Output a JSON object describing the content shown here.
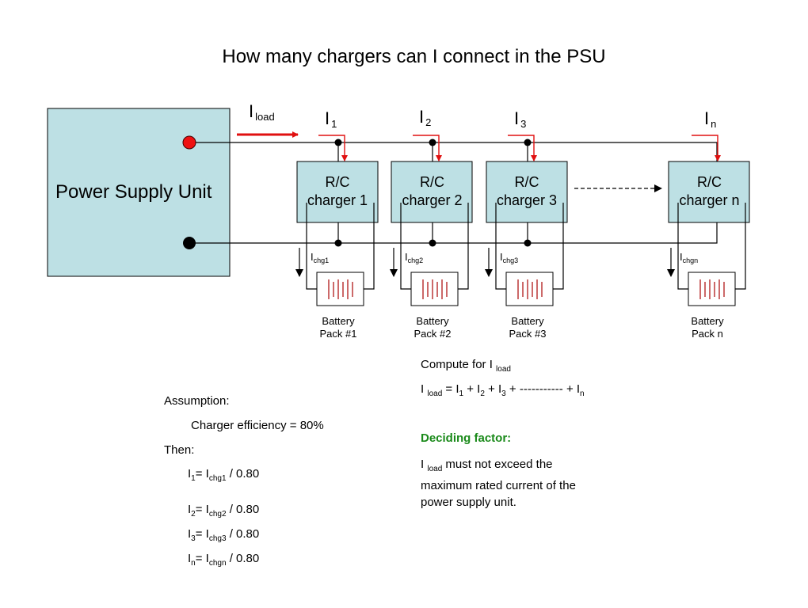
{
  "title": "How many chargers can I connect in the PSU",
  "colors": {
    "box_fill": "#bde0e4",
    "current_arrow": "#e01010",
    "positive_terminal": "#ee1111",
    "negative_terminal": "#000000",
    "battery_cell": "#b01818",
    "deciding_factor": "#1a8a1a"
  },
  "psu": {
    "label": "Power Supply Unit"
  },
  "load_current": {
    "main": "I",
    "sub": "load"
  },
  "chargers": [
    {
      "line1": "R/C",
      "line2": "charger 1",
      "current_main": "I",
      "current_sub": "1",
      "chg_main": "I",
      "chg_sub": "chg1",
      "battery_line1": "Battery",
      "battery_line2": "Pack #1"
    },
    {
      "line1": "R/C",
      "line2": "charger 2",
      "current_main": "I",
      "current_sub": "2",
      "chg_main": "I",
      "chg_sub": "chg2",
      "battery_line1": "Battery",
      "battery_line2": "Pack #2"
    },
    {
      "line1": "R/C",
      "line2": "charger 3",
      "current_main": "I",
      "current_sub": "3",
      "chg_main": "I",
      "chg_sub": "chg3",
      "battery_line1": "Battery",
      "battery_line2": "Pack #3"
    },
    {
      "line1": "R/C",
      "line2": "charger n",
      "current_main": "I",
      "current_sub": "n",
      "chg_main": "I",
      "chg_sub": "chgn",
      "battery_line1": "Battery",
      "battery_line2": "Pack n"
    }
  ],
  "compute": {
    "heading_main": "Compute for I",
    "heading_sub": "load",
    "eq": {
      "lhs_main": "I",
      "lhs_sub": "load",
      "t1_main": " = I",
      "t1_sub": "1",
      "t2_main": " + I",
      "t2_sub": "2",
      "t3_main": " + I",
      "t3_sub": "3",
      "tn_main": " + ----------- + I",
      "tn_sub": "n"
    }
  },
  "deciding": {
    "heading": "Deciding factor:",
    "line1_main": "I",
    "line1_sub": "load",
    "line1_rest": " must not exceed the",
    "line2": "maximum rated current of the",
    "line3": "power supply unit."
  },
  "assumption": {
    "heading": "Assumption:",
    "efficiency": "Charger efficiency = 80%",
    "then": "Then:",
    "equations": [
      {
        "i_sub": "1",
        "chg_sub": "chg1",
        "divisor": " / 0.80"
      },
      {
        "i_sub": "2",
        "chg_sub": "chg2",
        "divisor": " / 0.80"
      },
      {
        "i_sub": "3",
        "chg_sub": "chg3",
        "divisor": " / 0.80"
      },
      {
        "i_sub": "n",
        "chg_sub": "chgn",
        "divisor": " / 0.80"
      }
    ],
    "i_main": "I",
    "eq_sign": "= I"
  }
}
